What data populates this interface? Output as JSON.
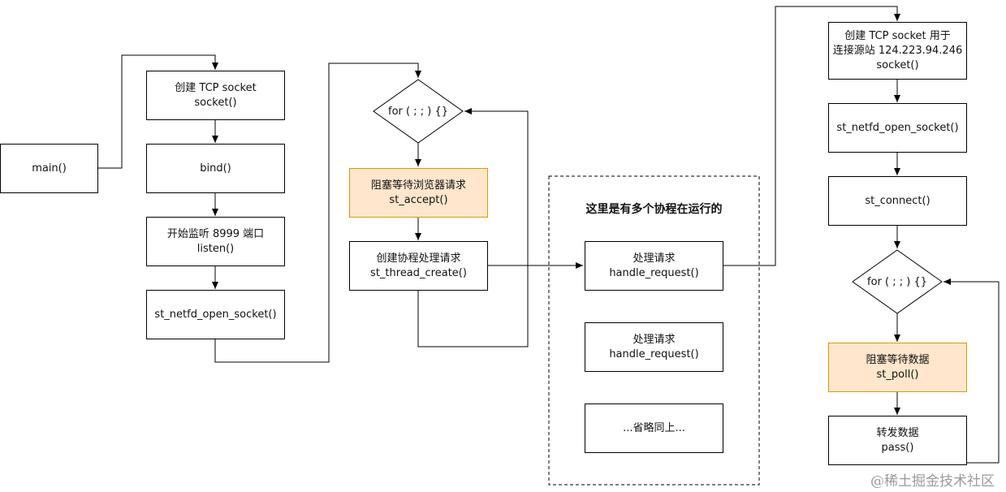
{
  "nodes": {
    "main": "main()",
    "create_socket": "创建 TCP socket\nsocket()",
    "bind": "bind()",
    "listen": "开始监听 8999 端口\nlisten()",
    "open_socket_1": "st_netfd_open_socket()",
    "for_loop_1": "for ( ; ; ) {}",
    "accept": "阻塞等待浏览器请求\nst_accept()",
    "thread_create": "创建协程处理请求\nst_thread_create()",
    "handle_1": "处理请求\nhandle_request()",
    "handle_2": "处理请求\nhandle_request()",
    "omitted": "...省略同上...",
    "upstream_socket": "创建 TCP socket 用于\n连接源站 124.223.94.246\nsocket()",
    "open_socket_2": "st_netfd_open_socket()",
    "connect": "st_connect()",
    "for_loop_2": "for ( ; ; ) {}",
    "poll": "阻塞等待数据\nst_poll()",
    "pass": "转发数据\npass()"
  },
  "group_title": "这里是有多个协程在运行的",
  "watermark": "@稀土掘金技术社区",
  "colors": {
    "highlight_fill": "#ffe6cc",
    "highlight_border": "#d79b00",
    "line": "#000000"
  }
}
